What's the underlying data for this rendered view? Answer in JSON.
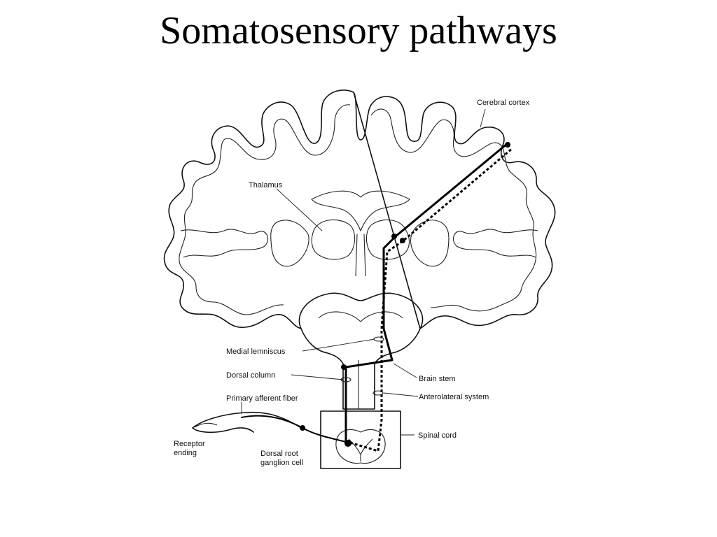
{
  "title": "Somatosensory pathways",
  "labels": {
    "cerebral_cortex": "Cerebral cortex",
    "thalamus": "Thalamus",
    "medial_lemniscus": "Medial lemniscus",
    "dorsal_column": "Dorsal column",
    "primary_afferent_fiber": "Primary afferent fiber",
    "receptor_ending_1": "Receptor",
    "receptor_ending_2": "ending",
    "dorsal_root_1": "Dorsal root",
    "dorsal_root_2": "ganglion cell",
    "brain_stem": "Brain stem",
    "anterolateral_system": "Anterolateral system",
    "spinal_cord": "Spinal cord"
  }
}
